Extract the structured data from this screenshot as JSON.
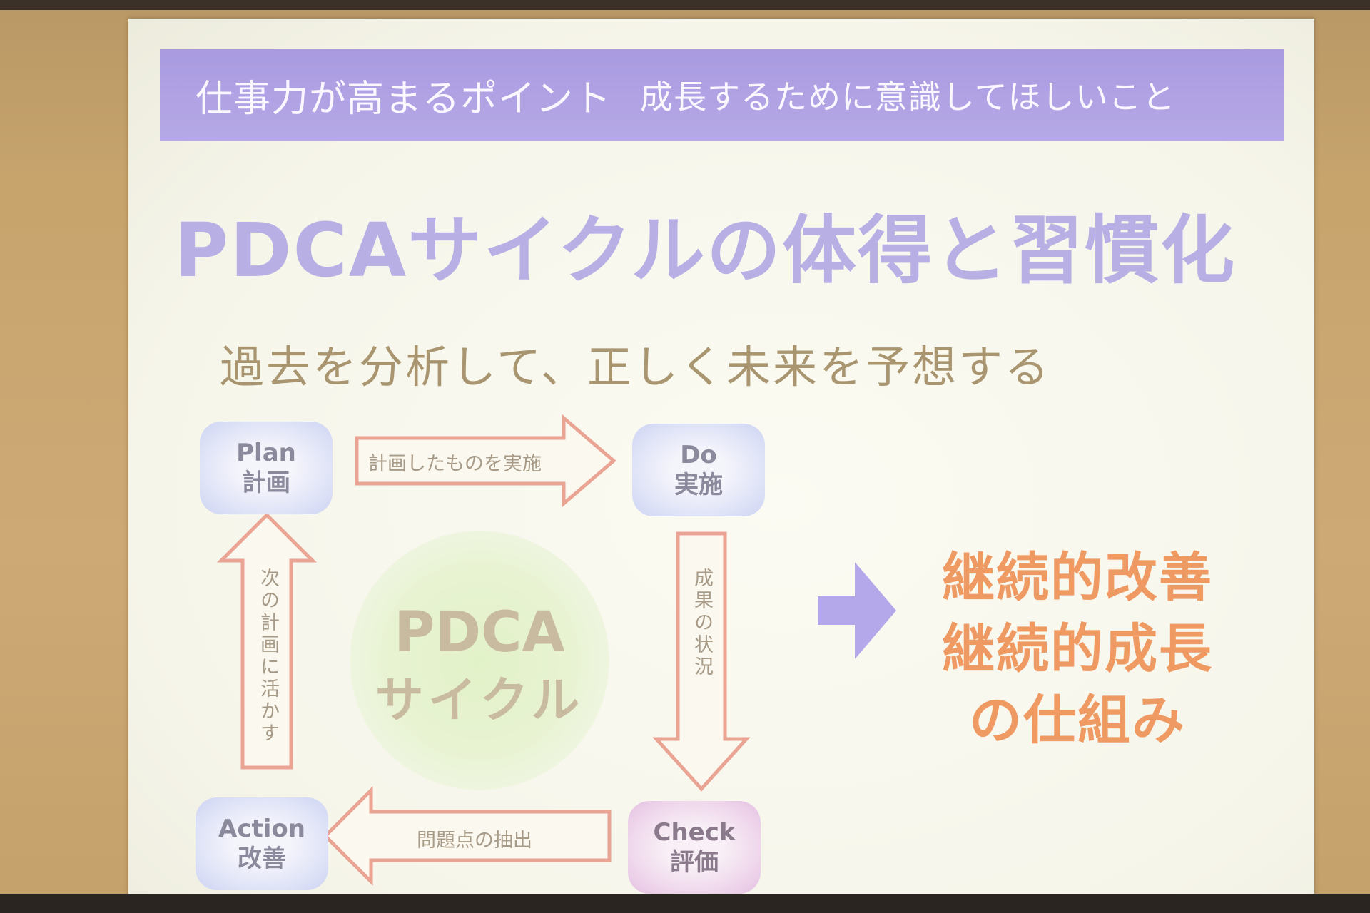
{
  "banner": {
    "title": "仕事力が高まるポイント",
    "subtitle": "成長するために意識してほしいこと"
  },
  "main_title": "PDCAサイクルの体得と習慣化",
  "subtitle": "過去を分析して、正しく未来を予想する",
  "cycle": {
    "plan": {
      "en": "Plan",
      "ja": "計画"
    },
    "do": {
      "en": "Do",
      "ja": "実施"
    },
    "check": {
      "en": "Check",
      "ja": "評価"
    },
    "action": {
      "en": "Action",
      "ja": "改善"
    },
    "arrow_plan_do": "計画したものを実施",
    "arrow_do_check": "成果の状況",
    "arrow_check_action": "問題点の抽出",
    "arrow_action_plan": "次の計画に活かす",
    "center_line1": "PDCA",
    "center_line2": "サイクル"
  },
  "result": {
    "line1": "継続的改善",
    "line2": "継続的成長",
    "line3": "の仕組み"
  },
  "colors": {
    "banner": "#b0a2e3",
    "title": "#b8b0e4",
    "arrow_outline": "#eaa494",
    "result": "#ef9a63",
    "pointer": "#b5a8ea"
  }
}
